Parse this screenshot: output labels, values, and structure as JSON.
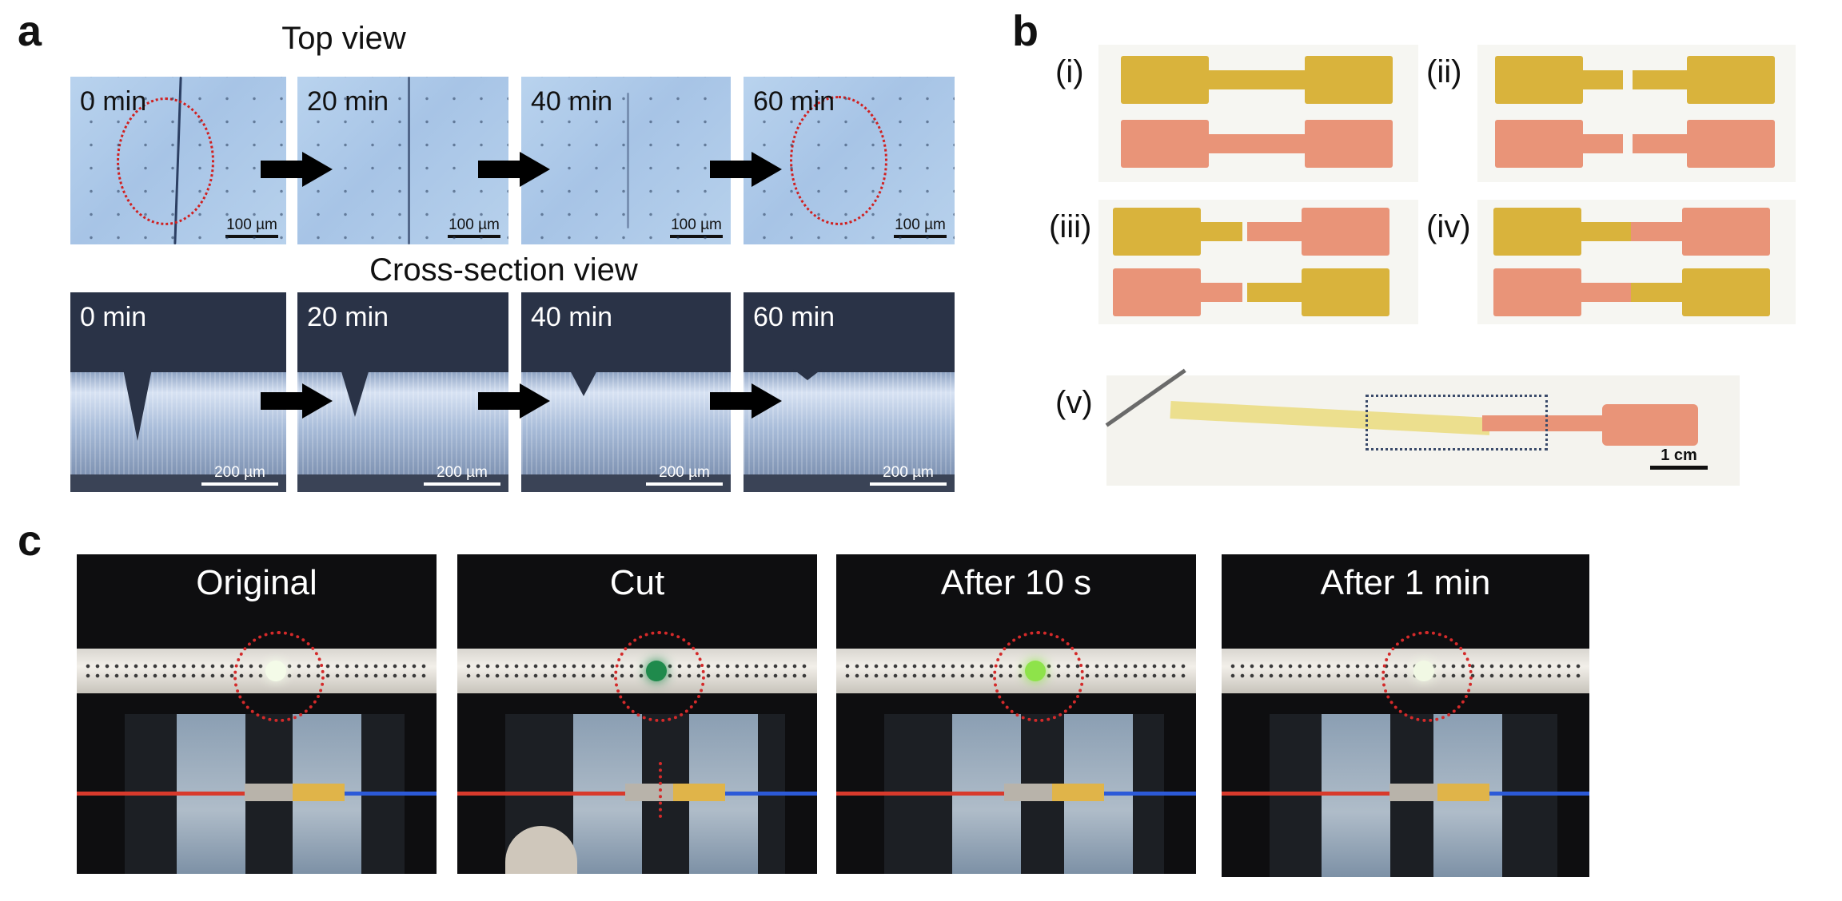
{
  "panel_a": {
    "letter": "a",
    "top_heading": "Top view",
    "cross_heading": "Cross-section view",
    "top_tiles": [
      {
        "time": "0 min",
        "scale": "100 µm"
      },
      {
        "time": "20 min",
        "scale": "100 µm"
      },
      {
        "time": "40 min",
        "scale": "100 µm"
      },
      {
        "time": "60 min",
        "scale": "100 µm"
      }
    ],
    "cross_tiles": [
      {
        "time": "0 min",
        "scale": "200 µm"
      },
      {
        "time": "20 min",
        "scale": "200 µm"
      },
      {
        "time": "40 min",
        "scale": "200 µm"
      },
      {
        "time": "60 min",
        "scale": "200 µm"
      }
    ]
  },
  "panel_b": {
    "letter": "b",
    "subpanels": [
      "(i)",
      "(ii)",
      "(iii)",
      "(iv)",
      "(v)"
    ],
    "scale": "1 cm",
    "colors": {
      "yellow": "#d9b33c",
      "pink": "#e99478"
    }
  },
  "panel_c": {
    "letter": "c",
    "frames": [
      {
        "label": "Original",
        "led_color": "#f4fbe8"
      },
      {
        "label": "Cut",
        "led_color": "#1f8a4c"
      },
      {
        "label": "After 10 s",
        "led_color": "#8ee34a"
      },
      {
        "label": "After 1 min",
        "led_color": "#f1f8e4"
      }
    ],
    "colors": {
      "circle": "#d42a2a",
      "wire_red": "#d83a2c",
      "wire_blue": "#2c5ad8"
    }
  }
}
